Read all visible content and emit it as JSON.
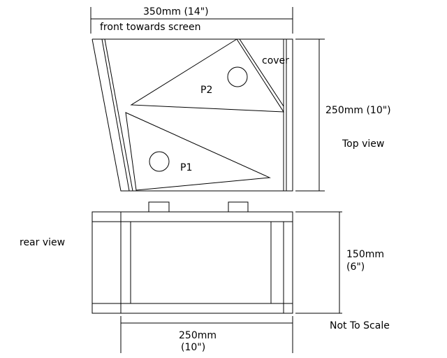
{
  "labels": {
    "top_width": "350mm (14\")",
    "front_note": "front towards screen",
    "cover": "cover",
    "p2": "P2",
    "p1": "P1",
    "top_height": "250mm (10\")",
    "top_view": "Top view",
    "rear_view": "rear view",
    "rear_height_line1": "150mm",
    "rear_height_line2": "(6\")",
    "bottom_width_line1": "250mm",
    "bottom_width_line2": "(10\")",
    "scale_note": "Not To Scale"
  }
}
